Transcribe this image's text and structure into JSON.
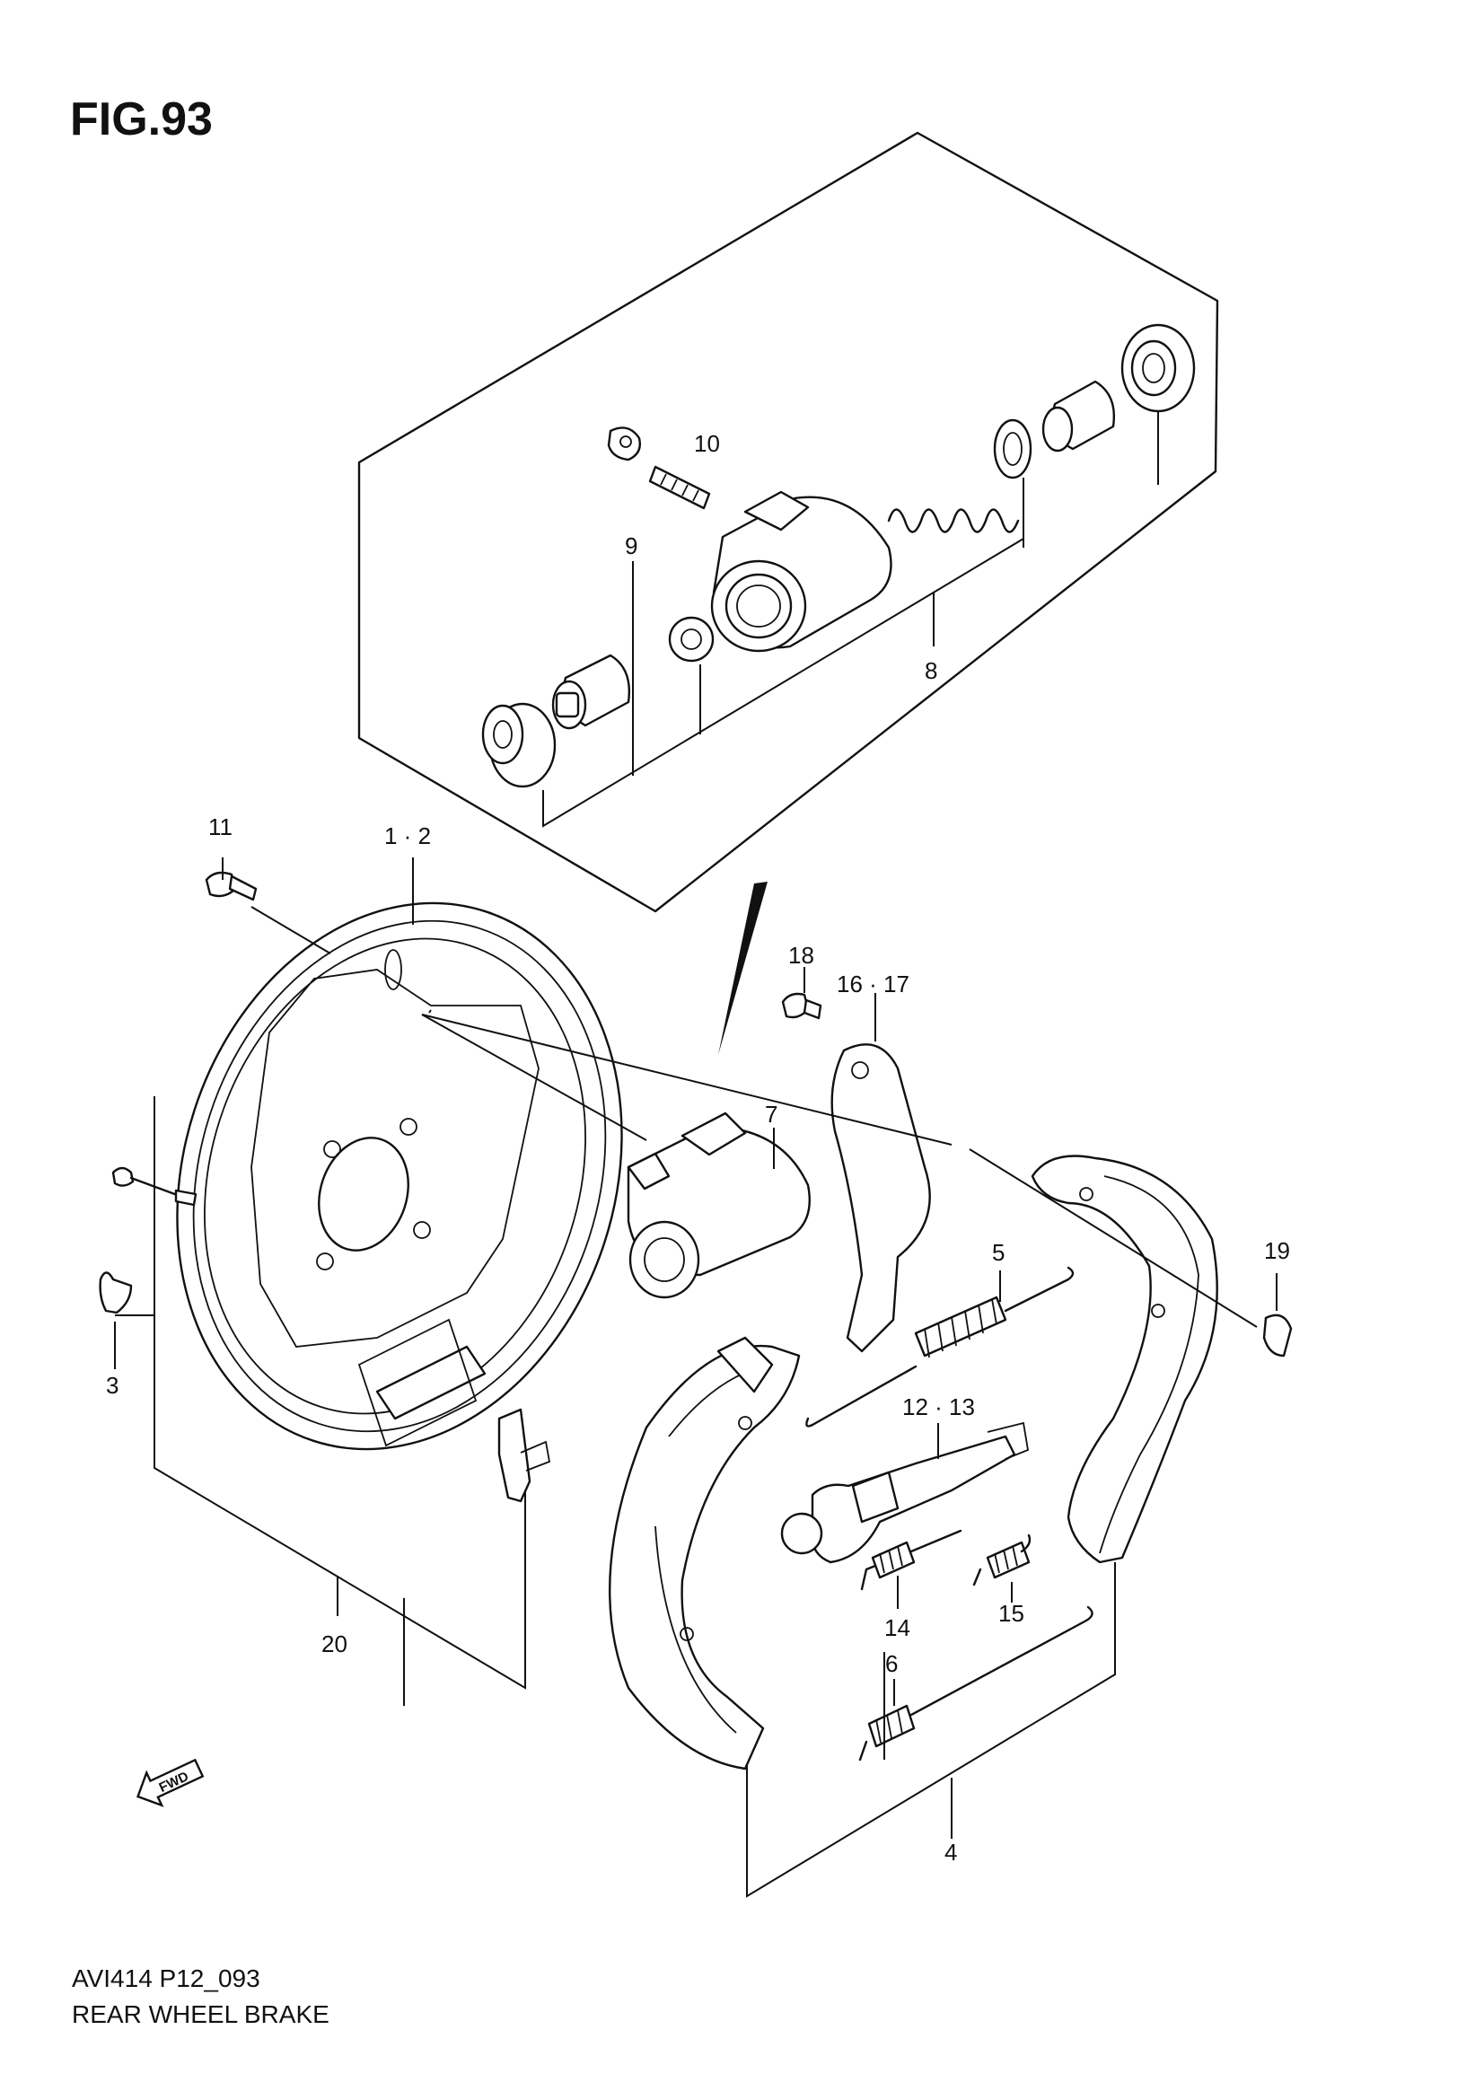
{
  "figure": {
    "title": "FIG.93",
    "code": "AVI414 P12_093",
    "name": "REAR WHEEL BRAKE",
    "fwd_label": "FWD"
  },
  "callouts": {
    "c1_2": "1 · 2",
    "c3": "3",
    "c4": "4",
    "c5": "5",
    "c6": "6",
    "c7": "7",
    "c8": "8",
    "c9": "9",
    "c10": "10",
    "c11": "11",
    "c12_13": "12 · 13",
    "c14": "14",
    "c15": "15",
    "c16_17": "16 · 17",
    "c18": "18",
    "c19": "19",
    "c20": "20"
  }
}
